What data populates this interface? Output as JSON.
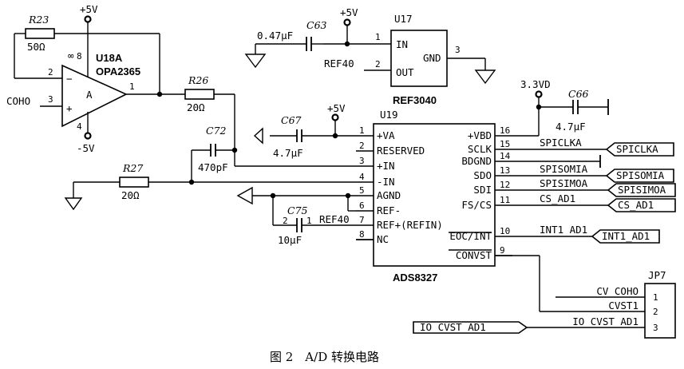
{
  "figure_caption": "图 2　A/D 转换电路",
  "power": {
    "p5v": "+5V",
    "m5v": "-5V",
    "p33": "3.3VD"
  },
  "u18": {
    "ref": "U18A",
    "part": "OPA2365",
    "inner": "A",
    "inf": "∞",
    "minus": "−",
    "plus": "+",
    "pin2": "2",
    "pin3": "3",
    "pin1": "1",
    "pin8": "8",
    "pin4": "4",
    "input": "COHO"
  },
  "r23": {
    "ref": "R23",
    "val": "50Ω"
  },
  "r26": {
    "ref": "R26",
    "val": "20Ω"
  },
  "r27": {
    "ref": "R27",
    "val": "20Ω"
  },
  "c72": {
    "ref": "C72",
    "val": "470pF"
  },
  "c63": {
    "ref": "C63",
    "val": "0.47μF"
  },
  "c67": {
    "ref": "C67",
    "val": "4.7μF"
  },
  "c66": {
    "ref": "C66",
    "val": "4.7μF"
  },
  "c75": {
    "ref": "C75",
    "val": "10μF",
    "pin2": "2",
    "pin1": "1"
  },
  "u17": {
    "ref": "U17",
    "part": "REF3040",
    "in": "IN",
    "out": "OUT",
    "gnd": "GND",
    "pin1": "1",
    "pin2": "2",
    "pin3": "3",
    "ref_net": "REF40"
  },
  "u19": {
    "ref": "U19",
    "part": "ADS8327",
    "left_pins": [
      {
        "num": "1",
        "name": "+VA"
      },
      {
        "num": "2",
        "name": "RESERVED"
      },
      {
        "num": "3",
        "name": "+IN"
      },
      {
        "num": "4",
        "name": "-IN"
      },
      {
        "num": "5",
        "name": "AGND"
      },
      {
        "num": "6",
        "name": "REF-"
      },
      {
        "num": "7",
        "name": "REF+(REFIN)"
      },
      {
        "num": "8",
        "name": "NC"
      }
    ],
    "right_pins": [
      {
        "num": "16",
        "name": "+VBD"
      },
      {
        "num": "15",
        "name": "SCLK"
      },
      {
        "num": "14",
        "name": "BDGND"
      },
      {
        "num": "13",
        "name": "SDO"
      },
      {
        "num": "12",
        "name": "SDI"
      },
      {
        "num": "11",
        "name": "FS/CS"
      },
      {
        "num": "10",
        "name": "EOC/INT"
      },
      {
        "num": "9",
        "name": "CONVST"
      }
    ],
    "ref40_label": "REF40"
  },
  "nets": [
    {
      "wire": "SPICLKA",
      "port": "SPICLKA"
    },
    {
      "wire": "SPISOMIA",
      "port": "SPISOMIA"
    },
    {
      "wire": "SPISIMOA",
      "port": "SPISIMOA"
    },
    {
      "wire": "CS_AD1",
      "port": "CS_AD1"
    },
    {
      "wire": "INT1 AD1",
      "port": "INT1_AD1"
    }
  ],
  "jp7": {
    "ref": "JP7",
    "pins": [
      {
        "num": "1",
        "net": "CV_COHO"
      },
      {
        "num": "2",
        "net": "CVST1"
      },
      {
        "num": "3",
        "net": "IO_CVST_AD1"
      }
    ],
    "in_port": "IO_CVST_AD1"
  }
}
